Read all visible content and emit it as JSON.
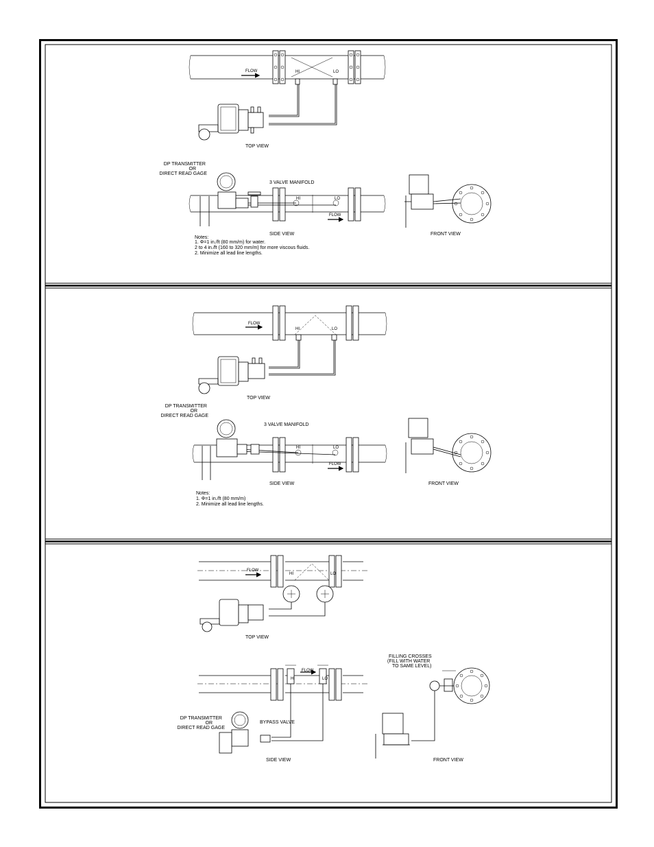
{
  "panels": [
    {
      "top_view": {
        "flow": "FLOW",
        "hi": "HI",
        "lo": "LO",
        "caption": "TOP VIEW"
      },
      "side_view": {
        "transmitter_label": [
          "DP TRANSMITTER",
          "OR",
          "DIRECT READ GAGE"
        ],
        "manifold_label": "3 VALVE MANIFOLD",
        "flow": "FLOW",
        "hi": "HI",
        "lo": "LO",
        "caption": "SIDE VIEW"
      },
      "front_view": {
        "caption": "FRONT VIEW"
      },
      "notes": {
        "heading": "Notes:",
        "lines": [
          "1.   Φ=1 in./ft (80 mm/m) for water.",
          "       2 to 4 in./ft (160 to 320 mm/m) for more viscous fluids.",
          "2.   Minimize all lead line lengths."
        ]
      }
    },
    {
      "top_view": {
        "flow": "FLOW",
        "hi": "HI",
        "lo": "LO",
        "caption": "TOP VIEW"
      },
      "side_view": {
        "transmitter_label": [
          "DP TRANSMITTER",
          "OR",
          "DIRECT READ GAGE"
        ],
        "manifold_label": "3 VALVE MANIFOLD",
        "flow": "FLOW",
        "hi": "HI",
        "lo": "LO",
        "caption": "SIDE VIEW"
      },
      "front_view": {
        "caption": "FRONT VIEW"
      },
      "notes": {
        "heading": "Notes:",
        "lines": [
          "1.   Φ=1 in./ft (80 mm/m)",
          "2.   Minimize all lead line lengths."
        ]
      }
    },
    {
      "top_view": {
        "flow": "FLOW",
        "hi": "HI",
        "lo": "LO",
        "caption": "TOP VIEW"
      },
      "side_view": {
        "transmitter_label": [
          "DP TRANSMITTER",
          "OR",
          "DIRECT READ GAGE"
        ],
        "bypass_label": "BYPASS VALVE",
        "flow": "FLOW",
        "hi": "HI",
        "lo": "LO",
        "caption": "SIDE VIEW"
      },
      "front_view": {
        "filling_label": [
          "FILLING CROSSES",
          "(FILL WITH WATER",
          "TO SAME LEVEL)"
        ],
        "caption": "FRONT VIEW"
      }
    }
  ]
}
